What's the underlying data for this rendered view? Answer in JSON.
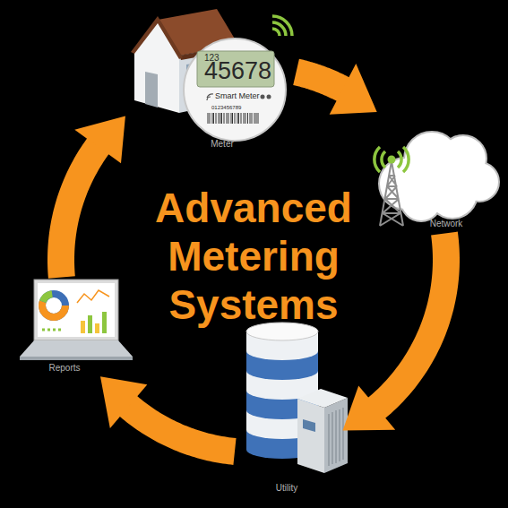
{
  "diagram": {
    "title": "Advanced Metering Systems",
    "nodes": [
      {
        "text": [
          "Meter"
        ]
      },
      {
        "text": [
          "Network"
        ]
      },
      {
        "text": [
          "Utility"
        ]
      },
      {
        "text": [
          "Reports"
        ]
      }
    ],
    "edges": [
      {
        "from": 0,
        "to": 1,
        "arrow": "to"
      },
      {
        "from": 1,
        "to": 2,
        "arrow": "to"
      },
      {
        "from": 2,
        "to": 3,
        "arrow": "to"
      },
      {
        "from": 3,
        "to": 0,
        "arrow": "to"
      }
    ],
    "labels": [
      "123",
      "45678",
      "Smart Meter",
      "0123456789"
    ]
  }
}
